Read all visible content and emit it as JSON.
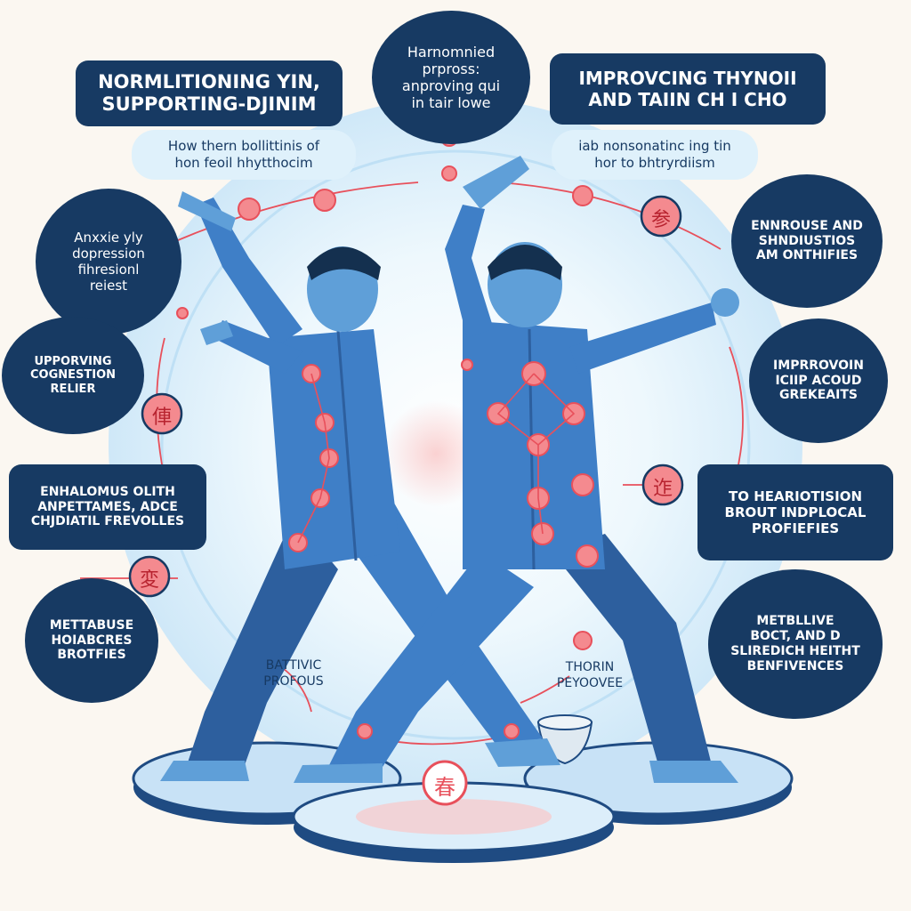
{
  "top_left_box": {
    "line1": "NORMLITIONING YIN,",
    "line2": "SUPPORTING-DJINIM"
  },
  "top_center_circle": {
    "line1": "Harnomnied",
    "line2": "prpross:",
    "line3": "anproving qui",
    "line4": "in tair lowe"
  },
  "top_right_box": {
    "line1": "IMPROVCING THYNOII",
    "line2": "AND TAIIN CH I CHO"
  },
  "left_pill": {
    "line1": "How thern bollittinis of",
    "line2": "hon feoil hhytthocim"
  },
  "right_pill": {
    "line1": "iab nonsonatinc ing tin",
    "line2": "hor to bhtryrdiism"
  },
  "left_labels": [
    {
      "lines": [
        "Anxxie yly",
        "dopression",
        "fihresionl",
        "reiest"
      ]
    },
    {
      "lines": [
        "UPPORVING",
        "COGNESTION",
        "RELIER"
      ]
    },
    {
      "lines": [
        "ENHALOMUS OLITH",
        "ANPETTAMES, ADCE",
        "CHJDIATIL FREVOLLES"
      ]
    },
    {
      "lines": [
        "METTABUSE",
        "HOIABCRES",
        "BROTFIES"
      ]
    }
  ],
  "right_labels": [
    {
      "lines": [
        "ENNROUSE AND",
        "SHNDIUSTIOS",
        "AM ONTHIFIES"
      ]
    },
    {
      "lines": [
        "IMPRROVOIN",
        "ICIIP ACOUD",
        "GREKEAITS"
      ]
    },
    {
      "lines": [
        "TO HEARIOTISION",
        "BROUT INDPLOCAL",
        "PROFIEFIES"
      ]
    },
    {
      "lines": [
        "METBLLIVE",
        "BOCT, AND D",
        "SLIREDICH HEITHT",
        "BENFIVENCES"
      ]
    }
  ],
  "floor_notes": {
    "left": {
      "line1": "BATTIVIC",
      "line2": "PROFOUS"
    },
    "right": {
      "line1": "THORIN",
      "line2": "PEYOOVEE"
    }
  },
  "symbols": {
    "left_big": "俥",
    "lower_left": "変",
    "upper_right": "参",
    "right_mid": "迮",
    "bottom_center": "春"
  },
  "colors": {
    "navy": "#173a63",
    "robe": "#3f7fc7",
    "robe_dark": "#2d5f9e",
    "skin": "#5f9fd8",
    "accent": "#e8505b",
    "badge_fill": "#f48a8f",
    "pill": "#dff1fb",
    "glow": "#d9eefb",
    "background": "#fbf7f1"
  }
}
